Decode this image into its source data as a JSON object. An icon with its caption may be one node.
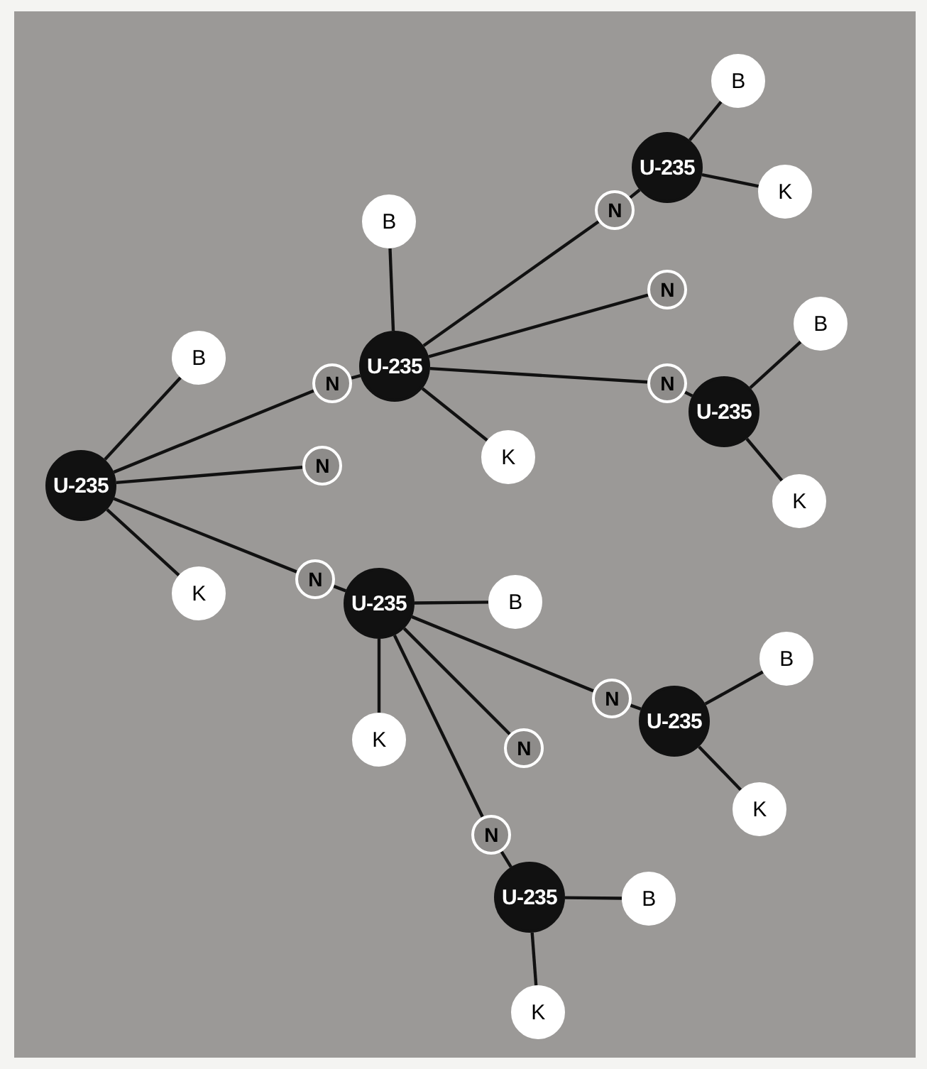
{
  "diagram": {
    "nodes": [
      {
        "text": [
          "U-235"
        ]
      },
      {
        "text": [
          "B"
        ]
      },
      {
        "text": [
          "K"
        ]
      },
      {
        "text": [
          "N"
        ]
      },
      {
        "text": [
          "N"
        ]
      },
      {
        "text": [
          "N"
        ]
      },
      {
        "text": [
          "U-235"
        ]
      },
      {
        "text": [
          "B"
        ]
      },
      {
        "text": [
          "K"
        ]
      },
      {
        "text": [
          "N"
        ]
      },
      {
        "text": [
          "N"
        ]
      },
      {
        "text": [
          "N"
        ]
      },
      {
        "text": [
          "U-235"
        ]
      },
      {
        "text": [
          "B"
        ]
      },
      {
        "text": [
          "K"
        ]
      },
      {
        "text": [
          "U-235"
        ]
      },
      {
        "text": [
          "B"
        ]
      },
      {
        "text": [
          "K"
        ]
      },
      {
        "text": [
          "U-235"
        ]
      },
      {
        "text": [
          "B"
        ]
      },
      {
        "text": [
          "K"
        ]
      },
      {
        "text": [
          "N"
        ]
      },
      {
        "text": [
          "N"
        ]
      },
      {
        "text": [
          "N"
        ]
      },
      {
        "text": [
          "U-235"
        ]
      },
      {
        "text": [
          "B"
        ]
      },
      {
        "text": [
          "K"
        ]
      },
      {
        "text": [
          "U-235"
        ]
      },
      {
        "text": [
          "B"
        ]
      },
      {
        "text": [
          "K"
        ]
      }
    ],
    "edges": [
      {
        "from": 0,
        "to": 1,
        "arrow": "none"
      },
      {
        "from": 0,
        "to": 2,
        "arrow": "none"
      },
      {
        "from": 0,
        "to": 3,
        "arrow": "none"
      },
      {
        "from": 0,
        "to": 4,
        "arrow": "none"
      },
      {
        "from": 0,
        "to": 5,
        "arrow": "none"
      },
      {
        "from": 3,
        "to": 6,
        "arrow": "none"
      },
      {
        "from": 5,
        "to": 18,
        "arrow": "none"
      },
      {
        "from": 6,
        "to": 7,
        "arrow": "none"
      },
      {
        "from": 6,
        "to": 8,
        "arrow": "none"
      },
      {
        "from": 6,
        "to": 9,
        "arrow": "none"
      },
      {
        "from": 6,
        "to": 10,
        "arrow": "none"
      },
      {
        "from": 6,
        "to": 11,
        "arrow": "none"
      },
      {
        "from": 9,
        "to": 12,
        "arrow": "none"
      },
      {
        "from": 11,
        "to": 15,
        "arrow": "none"
      },
      {
        "from": 12,
        "to": 13,
        "arrow": "none"
      },
      {
        "from": 12,
        "to": 14,
        "arrow": "none"
      },
      {
        "from": 15,
        "to": 16,
        "arrow": "none"
      },
      {
        "from": 15,
        "to": 17,
        "arrow": "none"
      },
      {
        "from": 18,
        "to": 19,
        "arrow": "none"
      },
      {
        "from": 18,
        "to": 20,
        "arrow": "none"
      },
      {
        "from": 18,
        "to": 21,
        "arrow": "none"
      },
      {
        "from": 18,
        "to": 22,
        "arrow": "none"
      },
      {
        "from": 18,
        "to": 23,
        "arrow": "none"
      },
      {
        "from": 22,
        "to": 24,
        "arrow": "none"
      },
      {
        "from": 23,
        "to": 27,
        "arrow": "none"
      },
      {
        "from": 24,
        "to": 25,
        "arrow": "none"
      },
      {
        "from": 24,
        "to": 26,
        "arrow": "none"
      },
      {
        "from": 27,
        "to": 28,
        "arrow": "none"
      },
      {
        "from": 27,
        "to": 29,
        "arrow": "none"
      }
    ]
  }
}
